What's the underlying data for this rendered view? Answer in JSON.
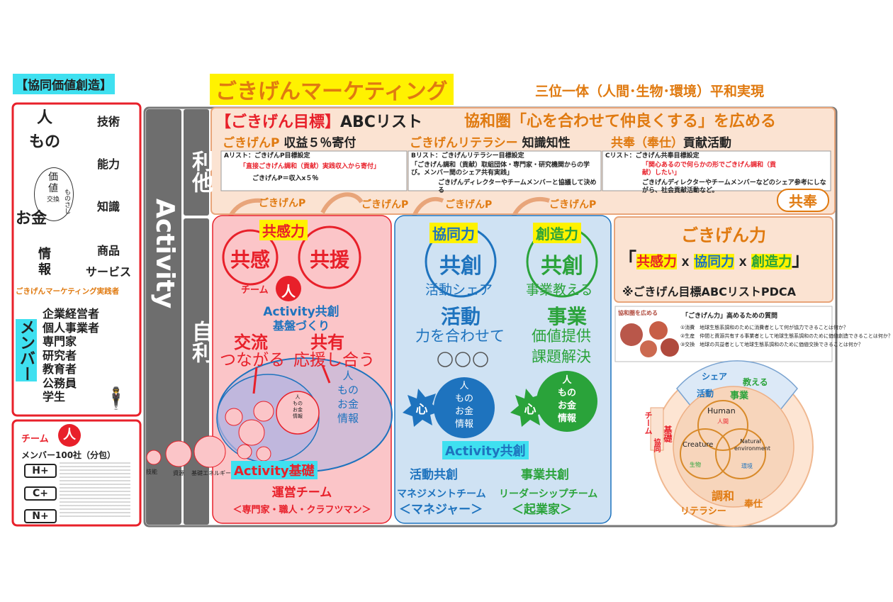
{
  "left": {
    "header": "【協同価値創造】",
    "col_a": [
      "人",
      "もの",
      "お金",
      "情報"
    ],
    "value_circle": {
      "l1": "価",
      "l2": "値",
      "l3": "交換",
      "side": "ものさし"
    },
    "col_b": [
      "技術",
      "能力",
      "知識",
      "商品",
      "サービス"
    ],
    "practitioner": "ごきげんマーケティング実践者",
    "member_label": "メンバー",
    "member_list": [
      "企業経営者",
      "個人事業者",
      "専門家",
      "研究者",
      "教育者",
      "公務員",
      "学生"
    ],
    "team": "チーム",
    "person": "人",
    "companies": "メンバー100社（分包）",
    "grades": [
      "H+",
      "C+",
      "N+"
    ]
  },
  "title": {
    "main": "ごきげんマーケティング",
    "sub": "三位一体（人間･生物･環境）平和実現"
  },
  "axis": {
    "activity": "Activity",
    "rita": "利他",
    "jiri": "自利"
  },
  "top": {
    "goal": "【ごきげん目標】",
    "abc": "ABCリスト",
    "spread": "協和圏「心を合わせて仲良くする」を広める",
    "p_line": "ごきげんP",
    "p_line2": " 収益５％寄付",
    "literacy": "ごきげんリテラシー",
    "literacy2": " 知識知性",
    "kyoho": "共奉（奉仕）",
    "kyoho2": "貢献活動",
    "a_title": "Aリスト：ごきげんP目標設定",
    "a_line1": "「直接ごきげん調和（貢献）実践収入から寄付」",
    "a_line2": "ごきげんP＝収入x５％",
    "b_title": "Bリスト：ごきげんリテラシー目標設定",
    "b_line1": "「ごきげん調和（貢献）取組団体・専門家・研究機関からの学び。メンバー間のシェア共有実践」",
    "b_line2": "ごきげんディレクターやチームメンバーと協議して決める",
    "c_title": "Cリスト：ごきげん共奉目標設定",
    "c_line1": "「関心あるので何らかの形でごきげん調和（貢献）したい」",
    "c_line2": "ごきげんディレクターやチームメンバーなどのシェア参考にしながら、社会貢献活動など。",
    "gp": [
      "ごきげんP",
      "ごきげんP",
      "ごきげんP",
      "ごきげんP"
    ],
    "kyoho_badge": "共奉"
  },
  "pink": {
    "title": "共感力",
    "kyokan": "共感",
    "kyoen": "共援",
    "team": "チーム",
    "person": "人",
    "activity": "Activity共創",
    "kiban": "基盤づくり",
    "koryu": "交流",
    "kyoyu": "共有",
    "tsunagaru": "つながる",
    "oen": "応援し合う",
    "hito_list": [
      "人",
      "もの",
      "お金",
      "情報"
    ],
    "inner": [
      "人",
      "もの",
      "お金",
      "情報"
    ],
    "small_labels": [
      "技能",
      "資源",
      "基礎エネルギー"
    ],
    "base": "Activity基礎",
    "unei": "運営チーム",
    "senmon": "＜専門家・職人・クラフツマン＞"
  },
  "blue": {
    "kyodo": "協同力",
    "sozo": "創造力",
    "kyoso1": "共創",
    "kyoso2": "共創",
    "katsudo_share": "活動シェア",
    "jigyo_teach": "事業教える",
    "katsudo": "活動",
    "jigyo": "事業",
    "chikara": "力を合わせて",
    "kachi": "価値提供",
    "kadai": "課題解決",
    "circles": "○○○",
    "kokoro": "心",
    "res_a": [
      "人",
      "もの",
      "お金",
      "情報"
    ],
    "res_b": [
      "人",
      "もの",
      "お金",
      "情報"
    ],
    "activity": "Activity共創",
    "katsudo_kyoso": "活動共創",
    "jigyo_kyoso": "事業共創",
    "mgmt_team": "マネジメントチーム",
    "leader_team": "リーダーシップチーム",
    "manager": "＜マネジャー＞",
    "entrepreneur": "＜起業家＞"
  },
  "right": {
    "title": "ごきげん力",
    "f1": "共感力",
    "x": "X",
    "f2": "協同力",
    "f3": "創造力",
    "pdca": "※ごきげん目標ABCリストPDCA",
    "kyowa_label": "協和圏を広める",
    "q_title": "「ごきげん力」高めるための質問",
    "q1": "①消費　地球生態系調和のために消費者として何が協力できることは何か？",
    "q2": "②生産　仲間と資源共有する事業者として地球生態系調和のために価値創造できることは何か？",
    "q3": "③交換　地球の共益者として地球生態系調和のために価値交換できることは何か？",
    "ring_share": "シェア",
    "ring_teach": "教える",
    "ring_act": "活動",
    "ring_biz": "事業",
    "human": "Human",
    "ningen": "人間",
    "creature": "Creature",
    "seibutsu": "生物",
    "natural": "Natural environment",
    "kankyo": "環境",
    "team": "チーム",
    "kyodo": "協同",
    "kiso": "基礎",
    "chowa": "調和",
    "literacy": "リテラシー",
    "hoshi": "奉仕"
  },
  "colors": {
    "red": "#e8202a",
    "orange": "#e07a10",
    "blue": "#1e73be",
    "green": "#2aa33a",
    "yellow": "#fff200",
    "cyan": "#3fe0f0"
  }
}
